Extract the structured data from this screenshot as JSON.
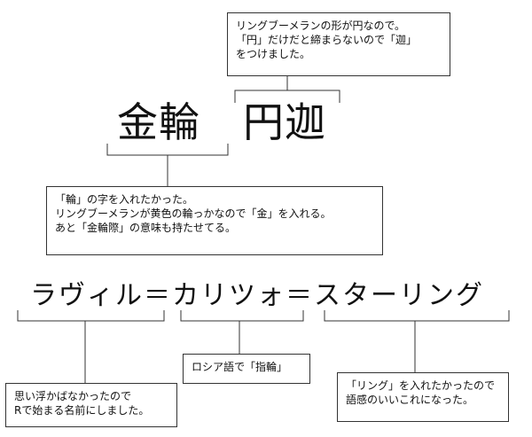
{
  "kanji": {
    "left": "金輪",
    "right": "円迦"
  },
  "name": "ラヴィル＝カリツォ＝スターリング",
  "notes": {
    "top_right": [
      "リングブーメランの形が円なので。",
      "「円」だけだと締まらないので「迦」",
      "をつけました。"
    ],
    "middle_left": [
      "「輪」の字を入れたかった。",
      "リングブーメランが黄色の輪っかなので「金」を入れる。",
      "あと「金輪際」の意味も持たせてる。"
    ],
    "bottom_left": [
      "思い浮かばなかったので",
      "Rで始まる名前にしました。"
    ],
    "bottom_middle": [
      "ロシア語で「指輪」"
    ],
    "bottom_right": [
      "「リング」を入れたかったので",
      "語感のいいこれになった。"
    ]
  },
  "colors": {
    "line": "#333333",
    "text": "#111111",
    "background": "#ffffff"
  }
}
